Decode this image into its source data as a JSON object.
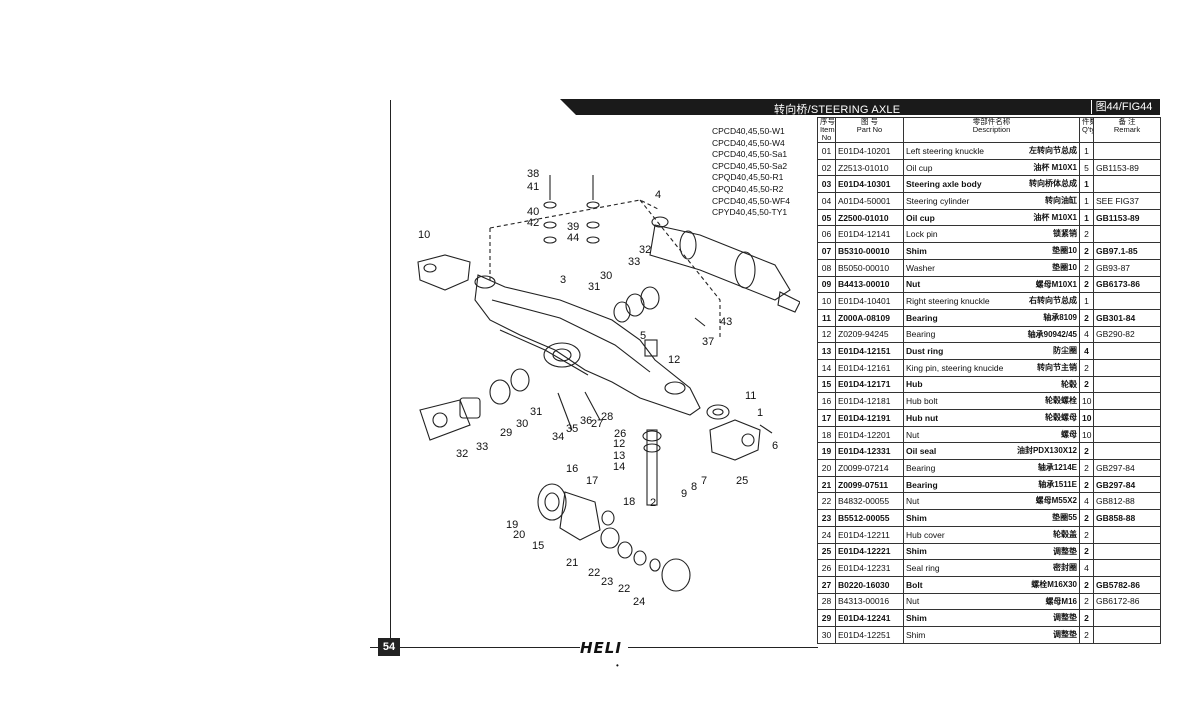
{
  "page": {
    "title": "转向桥/STEERING AXLE",
    "figure": "图44/FIG44",
    "page_number": "54",
    "logo": "HELI",
    "dot": "•"
  },
  "models": [
    "CPCD40,45,50-W1",
    "CPCD40,45,50-W4",
    "CPCD40,45,50-Sa1",
    "CPCD40,45,50-Sa2",
    "CPQD40,45,50-R1",
    "CPQD40,45,50-R2",
    "CPCD40,45,50-WF4",
    "CPYD40,45,50-TY1"
  ],
  "table": {
    "headers": {
      "item_cn": "序号",
      "item_en": "Item",
      "item_en2": "No",
      "part_cn": "图 号",
      "part_en": "Part No",
      "desc_cn": "零部件名称",
      "desc_en": "Description",
      "qty_cn": "件数",
      "qty_en": "Q'ty",
      "remark_cn": "备 注",
      "remark_en": "Remark"
    },
    "rows": [
      {
        "no": "01",
        "part": "E01D4-10201",
        "desc": "Left steering knuckle",
        "cn": "左转向节总成",
        "qty": "1",
        "remark": "",
        "bold": false
      },
      {
        "no": "02",
        "part": "Z2513-01010",
        "desc": "Oil cup",
        "cn": "油杯 M10X1",
        "qty": "5",
        "remark": "GB1153-89",
        "bold": false
      },
      {
        "no": "03",
        "part": "E01D4-10301",
        "desc": "Steering axle body",
        "cn": "转向桥体总成",
        "qty": "1",
        "remark": "",
        "bold": true
      },
      {
        "no": "04",
        "part": "A01D4-50001",
        "desc": "Steering cylinder",
        "cn": "转向油缸",
        "qty": "1",
        "remark": "SEE FIG37",
        "bold": false
      },
      {
        "no": "05",
        "part": "Z2500-01010",
        "desc": "Oil cup",
        "cn": "油杯 M10X1",
        "qty": "1",
        "remark": "GB1153-89",
        "bold": true
      },
      {
        "no": "06",
        "part": "E01D4-12141",
        "desc": "Lock pin",
        "cn": "锁紧销",
        "qty": "2",
        "remark": "",
        "bold": false
      },
      {
        "no": "07",
        "part": "B5310-00010",
        "desc": "Shim",
        "cn": "垫圈10",
        "qty": "2",
        "remark": "GB97.1-85",
        "bold": true
      },
      {
        "no": "08",
        "part": "B5050-00010",
        "desc": "Washer",
        "cn": "垫圈10",
        "qty": "2",
        "remark": "GB93-87",
        "bold": false
      },
      {
        "no": "09",
        "part": "B4413-00010",
        "desc": "Nut",
        "cn": "螺母M10X1",
        "qty": "2",
        "remark": "GB6173-86",
        "bold": true
      },
      {
        "no": "10",
        "part": "E01D4-10401",
        "desc": "Right steering knuckle",
        "cn": "右转向节总成",
        "qty": "1",
        "remark": "",
        "bold": false
      },
      {
        "no": "11",
        "part": "Z000A-08109",
        "desc": "Bearing",
        "cn": "轴承8109",
        "qty": "2",
        "remark": "GB301-84",
        "bold": true
      },
      {
        "no": "12",
        "part": "Z0209-94245",
        "desc": "Bearing",
        "cn": "轴承90942/45",
        "qty": "4",
        "remark": "GB290-82",
        "bold": false
      },
      {
        "no": "13",
        "part": "E01D4-12151",
        "desc": "Dust ring",
        "cn": "防尘圈",
        "qty": "4",
        "remark": "",
        "bold": true
      },
      {
        "no": "14",
        "part": "E01D4-12161",
        "desc": "King pin, steering knucide",
        "cn": "转向节主销",
        "qty": "2",
        "remark": "",
        "bold": false
      },
      {
        "no": "15",
        "part": "E01D4-12171",
        "desc": "Hub",
        "cn": "轮毂",
        "qty": "2",
        "remark": "",
        "bold": true
      },
      {
        "no": "16",
        "part": "E01D4-12181",
        "desc": "Hub bolt",
        "cn": "轮毂螺栓",
        "qty": "10",
        "remark": "",
        "bold": false
      },
      {
        "no": "17",
        "part": "E01D4-12191",
        "desc": "Hub nut",
        "cn": "轮毂螺母",
        "qty": "10",
        "remark": "",
        "bold": true
      },
      {
        "no": "18",
        "part": "E01D4-12201",
        "desc": "Nut",
        "cn": "螺母",
        "qty": "10",
        "remark": "",
        "bold": false
      },
      {
        "no": "19",
        "part": "E01D4-12331",
        "desc": "Oil seal",
        "cn": "油封PDX130X12",
        "qty": "2",
        "remark": "",
        "bold": true
      },
      {
        "no": "20",
        "part": "Z0099-07214",
        "desc": "Bearing",
        "cn": "轴承1214E",
        "qty": "2",
        "remark": "GB297-84",
        "bold": false
      },
      {
        "no": "21",
        "part": "Z0099-07511",
        "desc": "Bearing",
        "cn": "轴承1511E",
        "qty": "2",
        "remark": "GB297-84",
        "bold": true
      },
      {
        "no": "22",
        "part": "B4832-00055",
        "desc": "Nut",
        "cn": "螺母M55X2",
        "qty": "4",
        "remark": "GB812-88",
        "bold": false
      },
      {
        "no": "23",
        "part": "B5512-00055",
        "desc": "Shim",
        "cn": "垫圈55",
        "qty": "2",
        "remark": "GB858-88",
        "bold": true
      },
      {
        "no": "24",
        "part": "E01D4-12211",
        "desc": "Hub cover",
        "cn": "轮毂盖",
        "qty": "2",
        "remark": "",
        "bold": false
      },
      {
        "no": "25",
        "part": "E01D4-12221",
        "desc": "Shim",
        "cn": "调整垫",
        "qty": "2",
        "remark": "",
        "bold": true
      },
      {
        "no": "26",
        "part": "E01D4-12231",
        "desc": "Seal ring",
        "cn": "密封圈",
        "qty": "4",
        "remark": "",
        "bold": false
      },
      {
        "no": "27",
        "part": "B0220-16030",
        "desc": "Bolt",
        "cn": "螺栓M16X30",
        "qty": "2",
        "remark": "GB5782-86",
        "bold": true
      },
      {
        "no": "28",
        "part": "B4313-00016",
        "desc": "Nut",
        "cn": "螺母M16",
        "qty": "2",
        "remark": "GB6172-86",
        "bold": false
      },
      {
        "no": "29",
        "part": "E01D4-12241",
        "desc": "Shim",
        "cn": "调整垫",
        "qty": "2",
        "remark": "",
        "bold": true
      },
      {
        "no": "30",
        "part": "E01D4-12251",
        "desc": "Shim",
        "cn": "调整垫",
        "qty": "2",
        "remark": "",
        "bold": false
      }
    ]
  },
  "callouts": [
    "1",
    "2",
    "3",
    "4",
    "5",
    "6",
    "7",
    "8",
    "9",
    "10",
    "11",
    "12",
    "12",
    "13",
    "14",
    "15",
    "16",
    "17",
    "18",
    "19",
    "20",
    "21",
    "22",
    "22",
    "23",
    "24",
    "25",
    "26",
    "27",
    "28",
    "29",
    "30",
    "30",
    "31",
    "31",
    "32",
    "32",
    "33",
    "33",
    "34",
    "35",
    "36",
    "37",
    "38",
    "39",
    "40",
    "41",
    "42",
    "43",
    "44"
  ]
}
